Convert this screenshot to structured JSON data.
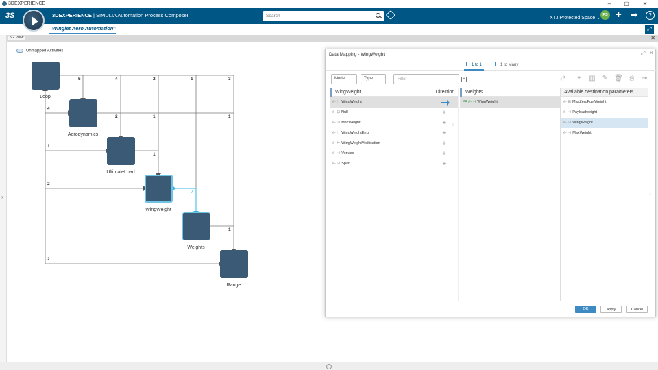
{
  "window": {
    "title": "3DEXPERIENCE",
    "minimize": "–",
    "maximize": "▢",
    "close": "✕"
  },
  "topbar": {
    "brand_mark": "3S",
    "title_bold": "3DEXPERIENCE",
    "title_rest": " | SIMULIA Automation Process Composer",
    "search_placeholder": "Search",
    "space_label": "XTJ Protected Space ⌄",
    "avatar_initials": "PS",
    "accent": "#005685"
  },
  "tabs": {
    "main": "Winglet Aero Automation",
    "add": "+"
  },
  "n2": {
    "panel_label": "N2 View",
    "toggle_label": "Unmapped Activities",
    "nodes": [
      "Loop",
      "Aerodynamics",
      "UltimateLoad",
      "WingWeight",
      "Weights",
      "Range"
    ],
    "counts": {
      "loop": [
        "5",
        "4",
        "2",
        "1",
        "3"
      ],
      "aero": [
        "2",
        "1",
        "1"
      ],
      "ultimate": [
        "1"
      ],
      "wing": [
        "2"
      ],
      "weights": [
        "1"
      ],
      "left": [
        "4",
        "1",
        "2",
        "2"
      ]
    },
    "selected_color": "#6fc3e3",
    "node_color": "#3a5a75"
  },
  "dialog": {
    "title": "Data Mapping - WingWeight",
    "tab_1to1": "1 to 1",
    "tab_1tomany": "1 to Many",
    "mode_label": "Mode",
    "type_label": "Type",
    "filter_placeholder": "Filter",
    "source_header": "WingWeight",
    "direction_header": "Direction",
    "target_header": "Weights",
    "available_header": "Available destination parameters",
    "source_rows": [
      {
        "icon": "#- ⊢",
        "label": "WingWeight"
      },
      {
        "icon": "#- ⊟",
        "label": "Null"
      },
      {
        "icon": "#- ⊣",
        "label": "MaxWeight"
      },
      {
        "icon": "#- ⊢",
        "label": "WingWeightError"
      },
      {
        "icon": "#- ⊢",
        "label": "WingWeightVerification"
      },
      {
        "icon": "#- ⊣",
        "label": "Vcruise"
      },
      {
        "icon": "#- ⊣",
        "label": "Span"
      }
    ],
    "direction_side_label": "⋮",
    "target_rows": [
      {
        "icon": "PA #- ⊣",
        "label": "WingWeight"
      }
    ],
    "available_rows": [
      {
        "icon": "#- ⊟",
        "label": "MaxZeroFuelWeight"
      },
      {
        "icon": "#- ⊣",
        "label": "Payloadweight"
      },
      {
        "icon": "#- ⊣",
        "label": "WingWeight"
      },
      {
        "icon": "#- ⊣",
        "label": "MaxWeight"
      }
    ],
    "ok": "OK",
    "apply": "Apply",
    "cancel": "Cancel"
  }
}
